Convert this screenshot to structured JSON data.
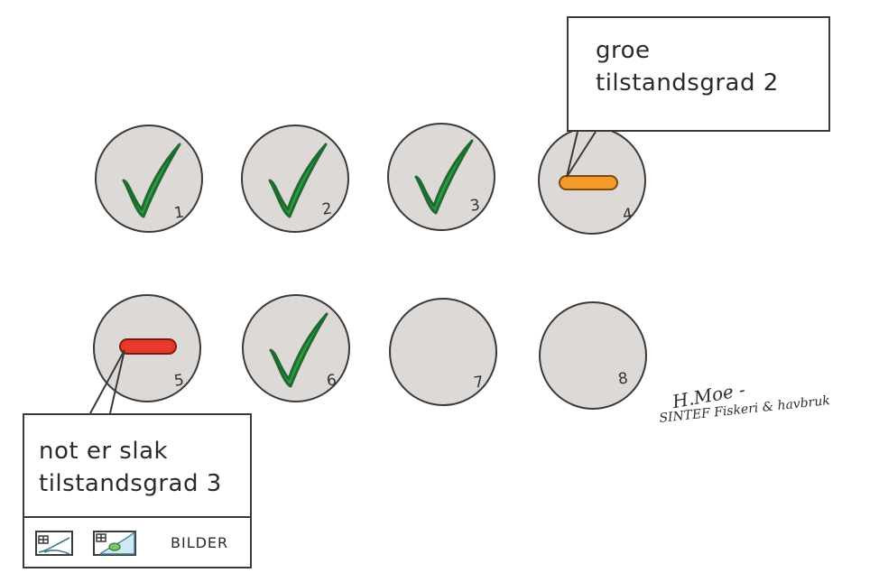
{
  "circles": [
    {
      "number": "1",
      "status": "ok"
    },
    {
      "number": "2",
      "status": "ok"
    },
    {
      "number": "3",
      "status": "ok"
    },
    {
      "number": "4",
      "status": "grade-2"
    },
    {
      "number": "5",
      "status": "grade-3"
    },
    {
      "number": "6",
      "status": "ok"
    },
    {
      "number": "7",
      "status": "empty"
    },
    {
      "number": "8",
      "status": "empty"
    }
  ],
  "callout_top": {
    "line1": "groe",
    "line2": "tilstandsgrad 2"
  },
  "callout_bottom": {
    "line1": "not er slak",
    "line2": "tilstandsgrad 3",
    "legend_label": "BILDER"
  },
  "signature": {
    "name": "H.Moe -",
    "org": "SINTEF Fiskeri & havbruk"
  },
  "colors": {
    "check_green": "#2e9c45",
    "dash_orange": "#f39a2b",
    "dash_red": "#e8392a",
    "circle_fill": "#dcd9d7",
    "ink": "#3a3a3a"
  },
  "icons": [
    "check-icon",
    "orange-dash-icon",
    "red-dash-icon",
    "image-thumbnail-icon"
  ]
}
